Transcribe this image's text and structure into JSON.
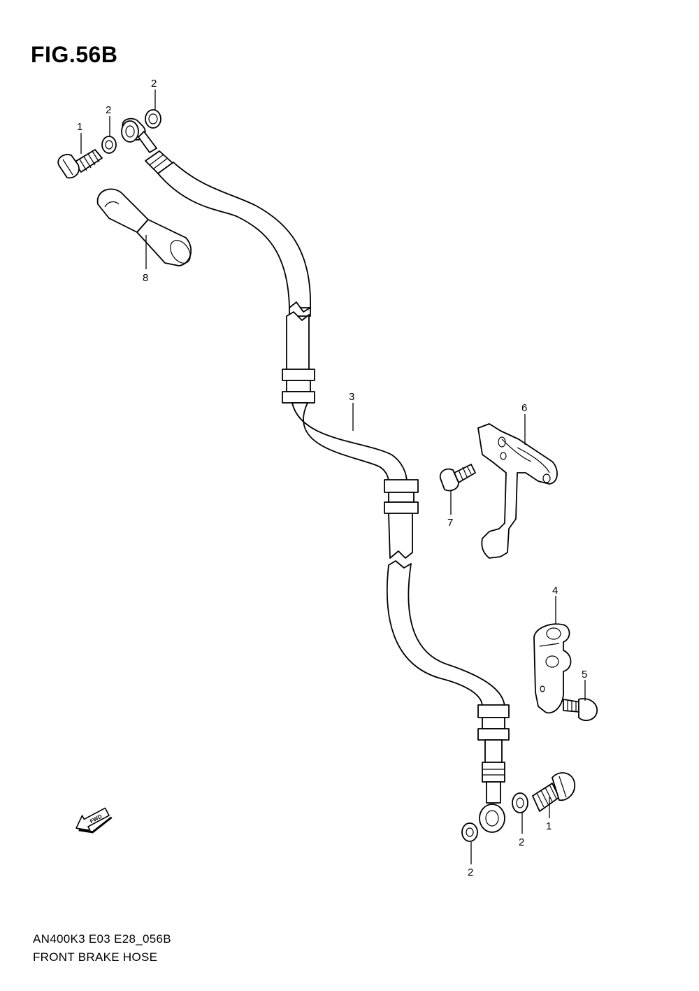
{
  "figure": {
    "title": "FIG.56B",
    "model_code": "AN400K3 E03 E28_056B",
    "name": "FRONT BRAKE  HOSE"
  },
  "callouts": [
    {
      "id": "c1-top",
      "label": "1"
    },
    {
      "id": "c2-top-a",
      "label": "2"
    },
    {
      "id": "c2-top-b",
      "label": "2"
    },
    {
      "id": "c8",
      "label": "8"
    },
    {
      "id": "c3",
      "label": "3"
    },
    {
      "id": "c6",
      "label": "6"
    },
    {
      "id": "c7",
      "label": "7"
    },
    {
      "id": "c4",
      "label": "4"
    },
    {
      "id": "c5",
      "label": "5"
    },
    {
      "id": "c1-bottom",
      "label": "1"
    },
    {
      "id": "c2-bottom-a",
      "label": "2"
    },
    {
      "id": "c2-bottom-b",
      "label": "2"
    }
  ],
  "fwd_label": "FWD"
}
